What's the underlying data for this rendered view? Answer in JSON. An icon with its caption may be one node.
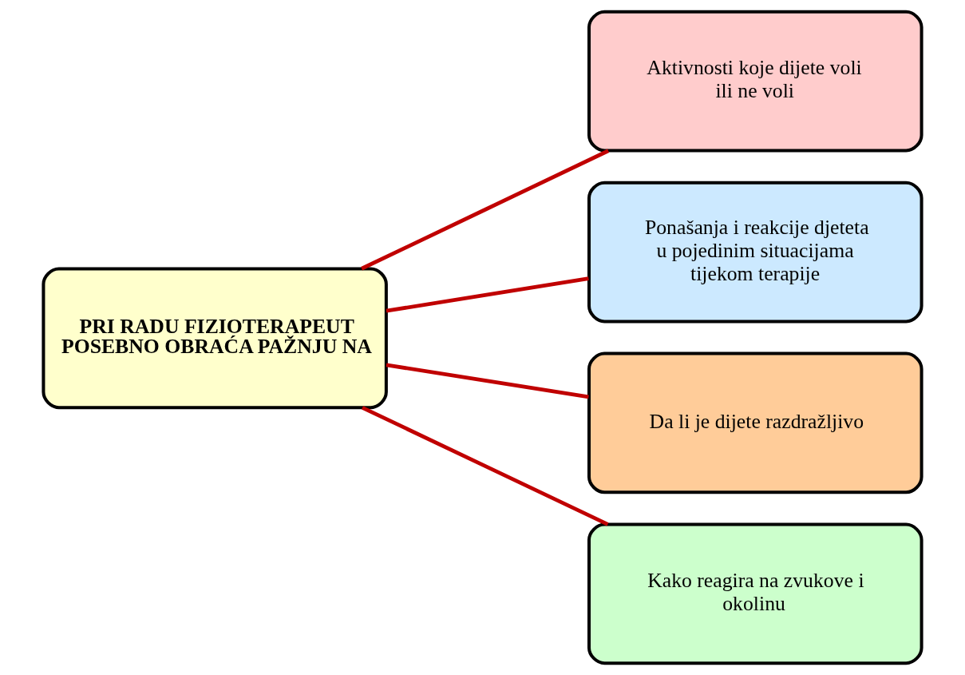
{
  "diagram": {
    "nodes": [
      {
        "text": [
          "PRI RADU FIZIOTERAPEUT POSEBNO OBRAĆA PAŽNJU NA"
        ]
      },
      {
        "text": [
          "Aktivnosti koje dijete voli ili ne voli"
        ]
      },
      {
        "text": [
          "Ponašanja i reakcije djeteta u pojedinim situacijama tijekom terapije"
        ]
      },
      {
        "text": [
          "Da li je dijete razdražljivo"
        ]
      },
      {
        "text": [
          "Kako reagira na zvukove i okolinu"
        ]
      }
    ],
    "edges": [
      {
        "from": 0,
        "to": 1,
        "arrow": "none"
      },
      {
        "from": 0,
        "to": 2,
        "arrow": "none"
      },
      {
        "from": 0,
        "to": 3,
        "arrow": "none"
      },
      {
        "from": 0,
        "to": 4,
        "arrow": "none"
      }
    ]
  }
}
